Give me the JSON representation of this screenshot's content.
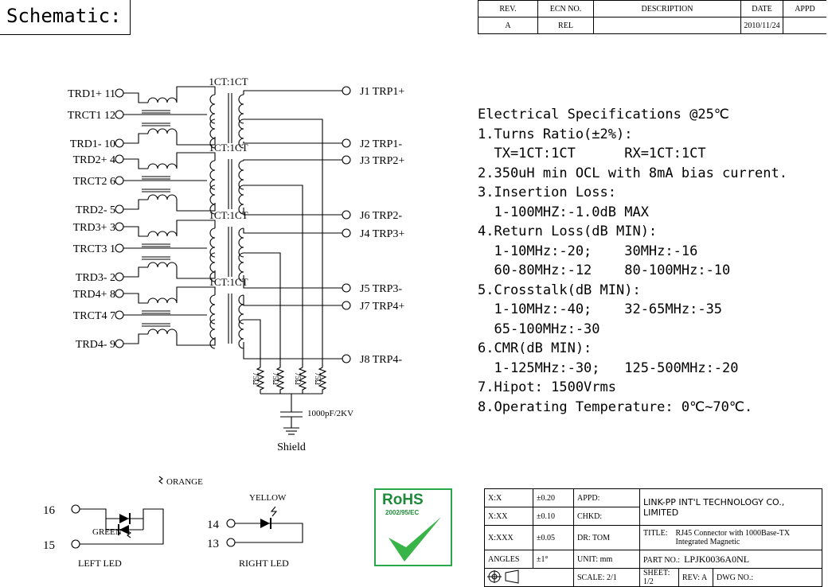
{
  "header": {
    "title": "Schematic:"
  },
  "revision_table": {
    "columns": [
      "REV.",
      "ECN NO.",
      "DESCRIPTION",
      "DATE",
      "APPD"
    ],
    "row": [
      "A",
      "REL",
      "",
      "2010/11/24",
      ""
    ]
  },
  "schematic": {
    "left_pins": [
      "TRD1+ 11",
      "TRCT1 12",
      "TRD1- 10",
      "TRD2+ 4",
      "TRCT2 6",
      "TRD2- 5",
      "TRD3+ 3",
      "TRCT3 1",
      "TRD3- 2",
      "TRD4+ 8",
      "TRCT4 7",
      "TRD4- 9"
    ],
    "right_pins": [
      "J1 TRP1+",
      "J2 TRP1-",
      "J3 TRP2+",
      "J6 TRP2-",
      "J4 TRP3+",
      "J5 TRP3-",
      "J7 TRP4+",
      "J8 TRP4-"
    ],
    "ratio_label": "1CT:1CT",
    "resistor_label": "75Ω",
    "capacitor_label": "1000pF/2KV",
    "shield_label": "Shield"
  },
  "specs": {
    "title": "Electrical Specifications @25℃",
    "lines": [
      "1.Turns Ratio(±2%):",
      "  TX=1CT:1CT      RX=1CT:1CT",
      "2.350uH min OCL with 8mA bias current.",
      "3.Insertion Loss:",
      "  1-100MHZ:-1.0dB MAX",
      "4.Return Loss(dB MIN):",
      "  1-10MHz:-20;    30MHz:-16",
      "  60-80MHz:-12    80-100MHz:-10",
      "5.Crosstalk(dB MIN):",
      "  1-10MHz:-40;    32-65MHz:-35",
      "  65-100MHz:-30",
      "6.CMR(dB MIN):",
      "  1-125MHz:-30;   125-500MHz:-20",
      "7.Hipot: 1500Vrms",
      "8.Operating Temperature: 0℃~70℃."
    ]
  },
  "leds": {
    "left": {
      "label": "LEFT LED",
      "color_top": "ORANGE",
      "color_bottom": "GREEN",
      "pin_top": "16",
      "pin_bottom": "15"
    },
    "right": {
      "label": "RIGHT LED",
      "color": "YELLOW",
      "pin_top": "14",
      "pin_bottom": "13"
    }
  },
  "rohs": {
    "title": "RoHS",
    "date": "2002/95/EC"
  },
  "title_block": {
    "tol_x": "X:X",
    "tol_x_val": "±0.20",
    "tol_xx": "X:XX",
    "tol_xx_val": "±0.10",
    "tol_xxx": "X:XXX",
    "tol_xxx_val": "±0.05",
    "angles": "ANGLES",
    "angles_val": "±1°",
    "appd": "APPD:",
    "chkd": "CHKD:",
    "dr": "DR:   TOM",
    "unit": "UNIT:   mm",
    "company": "LINK-PP INT'L TECHNOLOGY CO., LIMITED",
    "title_label": "TITLE:",
    "title_value": "RJ45 Connector with 1000Base-TX Integrated Magnetic",
    "part_label": "PART NO.:",
    "part_value": "LPJK0036A0NL",
    "scale_label": "SCALE:",
    "scale_value": "2/1",
    "sheet_label": "SHEET:",
    "sheet_value": "1/2",
    "rev_label": "REV:",
    "rev_value": "A",
    "dwg_label": "DWG NO.:"
  }
}
